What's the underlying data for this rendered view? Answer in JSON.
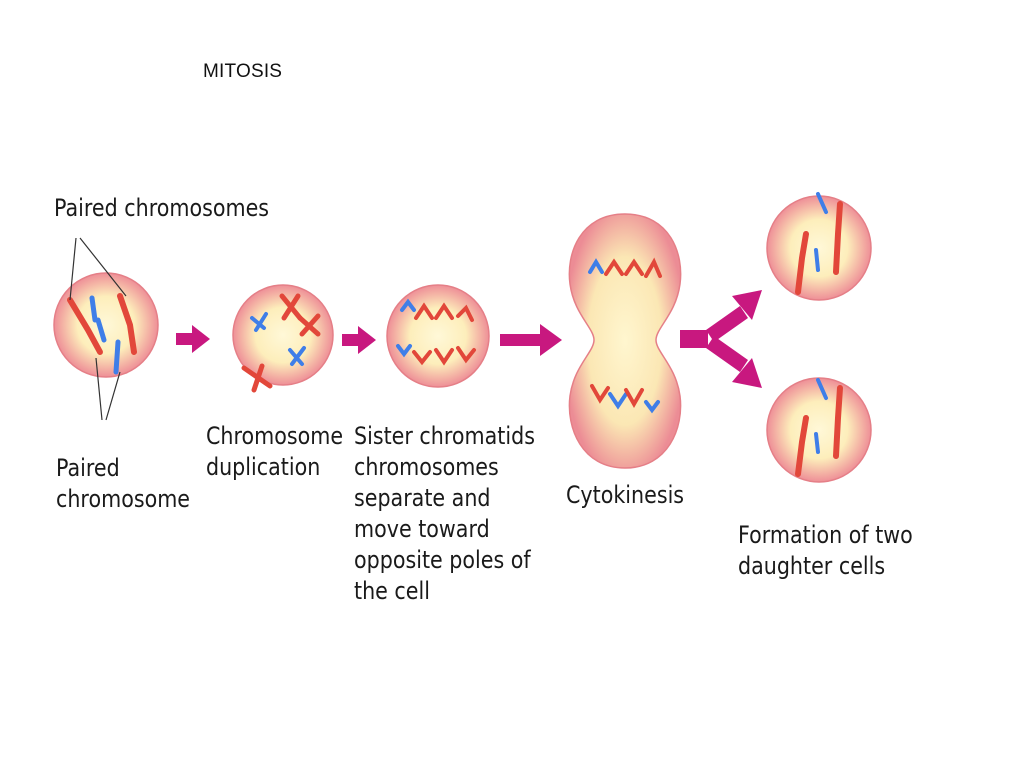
{
  "title": "MITOSIS",
  "labels": {
    "paired_chromosomes": "Paired chromosomes",
    "paired_chromosome": "Paired chromosome",
    "chromosome_duplication": "Chromosome duplication",
    "sister_chromatids": "Sister chromatids chromosomes separate and move toward opposite poles of the cell",
    "cytokinesis": "Cytokinesis",
    "formation": "Formation of two daughter cells"
  },
  "colors": {
    "cell_outer": "#ee8f97",
    "cell_inner": "#fff4c4",
    "cell_outline": "#e57f87",
    "arrow": "#c8187f",
    "chromosome_red": "#e2473a",
    "chromosome_blue": "#3f7ee8",
    "leader_line": "#333333"
  },
  "icons": [
    "right-arrow-icon",
    "split-arrow-icon"
  ]
}
